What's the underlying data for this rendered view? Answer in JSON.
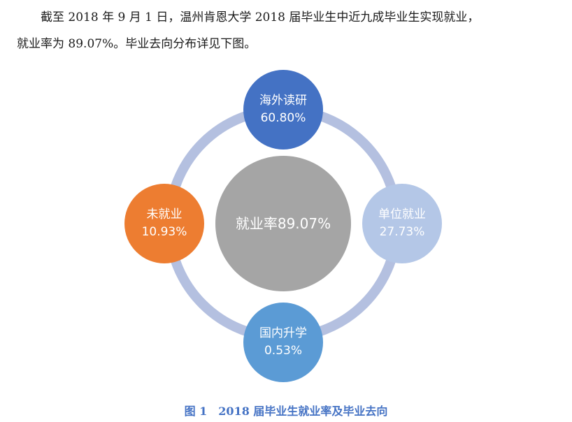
{
  "paragraph": {
    "line1": "截至 2018 年 9 月 1 日，温州肯恩大学 2018 届毕业生中近九成毕业生实现就业，",
    "line2": "就业率为 89.07%。毕业去向分布详见下图。"
  },
  "diagram": {
    "center": {
      "label": "就业率89.07%",
      "color": "#a5a5a5"
    },
    "ring_color": "#b4c0e0",
    "nodes": [
      {
        "id": "top",
        "name": "海外读研",
        "value": "60.80%",
        "color": "#4472c4"
      },
      {
        "id": "right",
        "name": "单位就业",
        "value": "27.73%",
        "color": "#b4c7e7"
      },
      {
        "id": "bottom",
        "name": "国内升学",
        "value": "0.53%",
        "color": "#5b9bd5"
      },
      {
        "id": "left",
        "name": "未就业",
        "value": "10.93%",
        "color": "#ed7d31"
      }
    ]
  },
  "caption": {
    "number": "图 1",
    "text": "2018 届毕业生就业率及毕业去向"
  }
}
